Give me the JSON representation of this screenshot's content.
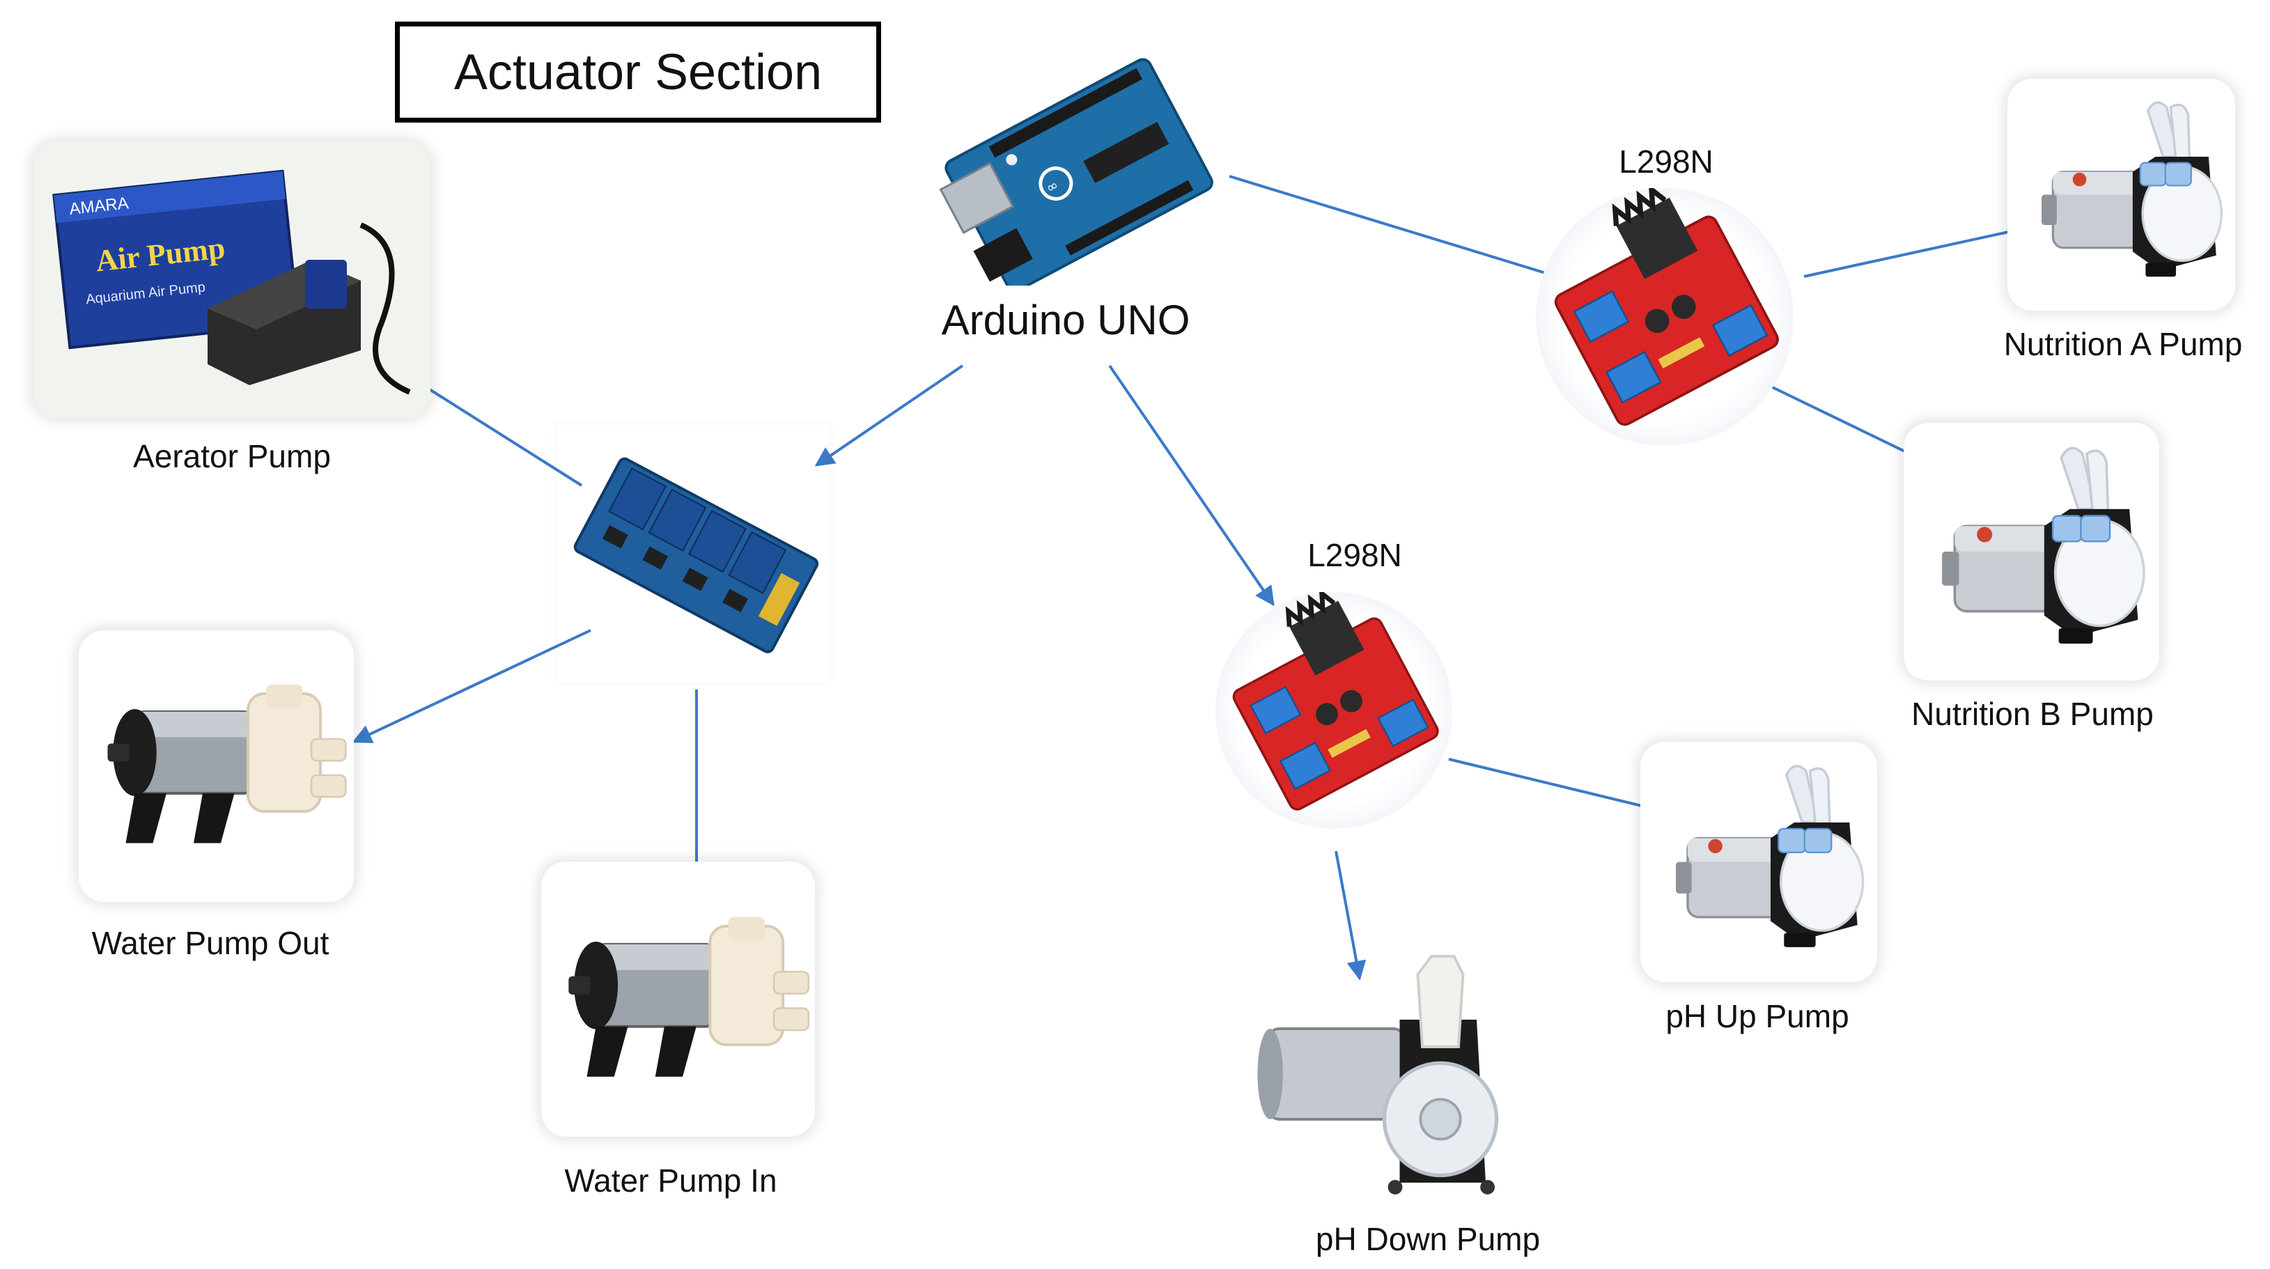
{
  "title": "Actuator Section",
  "nodes": {
    "arduino": "Arduino UNO",
    "driver_a": "L298N",
    "driver_b": "L298N",
    "aerator": "Aerator Pump",
    "water_out": "Water Pump Out",
    "water_in": "Water Pump In",
    "nutrition_a": "Nutrition A Pump",
    "nutrition_b": "Nutrition B Pump",
    "ph_up": "pH Up Pump",
    "ph_down": "pH Down Pump"
  },
  "box_printing": {
    "brand": "AMARA",
    "product": "Air Pump",
    "subtitle": "Aquarium Air Pump"
  },
  "colors": {
    "arrow": "#3a7ac8",
    "arduino_board": "#1e6fa8",
    "relay_board": "#1f5f9e",
    "driver_board": "#d92525",
    "terminal_blue": "#2f7fd6"
  },
  "edges": [
    {
      "from": "Arduino UNO",
      "to": "L298N (top)"
    },
    {
      "from": "Arduino UNO",
      "to": "L298N (bottom)"
    },
    {
      "from": "Arduino UNO",
      "to": "Relay module"
    },
    {
      "from": "Relay module",
      "to": "Aerator Pump"
    },
    {
      "from": "Relay module",
      "to": "Water Pump Out"
    },
    {
      "from": "Relay module",
      "to": "Water Pump In"
    },
    {
      "from": "L298N (top)",
      "to": "Nutrition A Pump"
    },
    {
      "from": "L298N (top)",
      "to": "Nutrition B Pump"
    },
    {
      "from": "L298N (bottom)",
      "to": "pH Up Pump"
    },
    {
      "from": "L298N (bottom)",
      "to": "pH Down Pump"
    }
  ]
}
